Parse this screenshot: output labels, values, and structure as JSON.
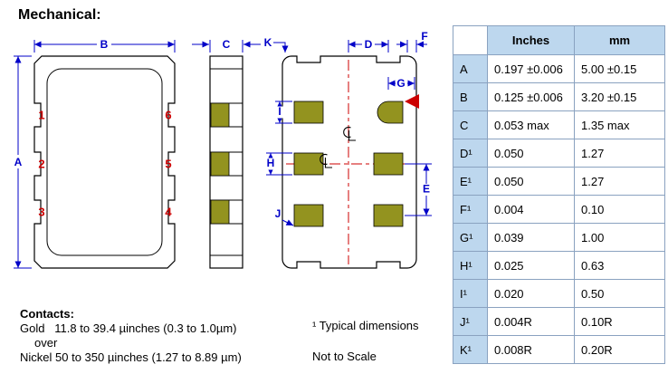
{
  "title": "Mechanical:",
  "colors": {
    "dimension_blue": "#0000C8",
    "marker_red": "#CC0000",
    "pad_olive": "#93931F",
    "table_header_bg": "#BDD7EE",
    "table_border": "#8AA2C0"
  },
  "icons": {
    "centerline": "centerline-symbol",
    "pin1_marker": "red-triangle-marker"
  },
  "drawing": {
    "top_view": {
      "pin_labels_left": [
        "1",
        "2",
        "3"
      ],
      "pin_labels_right": [
        "6",
        "5",
        "4"
      ],
      "dim_width": "B",
      "dim_height": "A"
    },
    "side_view": {
      "dim_thickness": "C"
    },
    "bottom_view": {
      "dim_corner_radius": "K",
      "dim_pad_pitch_x": "D",
      "dim_edge_gap": "F",
      "dim_pad_to_edge": "G",
      "dim_pad_offset": "I",
      "dim_pad_height": "H",
      "dim_pad_radius": "J",
      "dim_pad_pitch_y": "E"
    }
  },
  "table": {
    "headers": {
      "inches": "Inches",
      "mm": "mm"
    },
    "rows": [
      {
        "label": "A",
        "inches": "0.197 ±0.006",
        "mm": "5.00 ±0.15"
      },
      {
        "label": "B",
        "inches": "0.125 ±0.006",
        "mm": "3.20 ±0.15"
      },
      {
        "label": "C",
        "inches": "0.053 max",
        "mm": "1.35 max"
      },
      {
        "label": "D¹",
        "inches": "0.050",
        "mm": "1.27"
      },
      {
        "label": "E¹",
        "inches": "0.050",
        "mm": "1.27"
      },
      {
        "label": "F¹",
        "inches": "0.004",
        "mm": "0.10"
      },
      {
        "label": "G¹",
        "inches": "0.039",
        "mm": "1.00"
      },
      {
        "label": "H¹",
        "inches": "0.025",
        "mm": "0.63"
      },
      {
        "label": "I¹",
        "inches": "0.020",
        "mm": "0.50"
      },
      {
        "label": "J¹",
        "inches": "0.004R",
        "mm": "0.10R"
      },
      {
        "label": "K¹",
        "inches": "0.008R",
        "mm": "0.20R"
      }
    ]
  },
  "notes": {
    "contacts_title": "Contacts:",
    "contacts_gold": "Gold   11.8 to 39.4 µinches (0.3 to 1.0µm)",
    "contacts_over": "over",
    "contacts_nickel": "Nickel 50 to 350 µinches (1.27 to 8.89 µm)",
    "typical": "¹ Typical dimensions",
    "not_to_scale": "Not to Scale"
  }
}
